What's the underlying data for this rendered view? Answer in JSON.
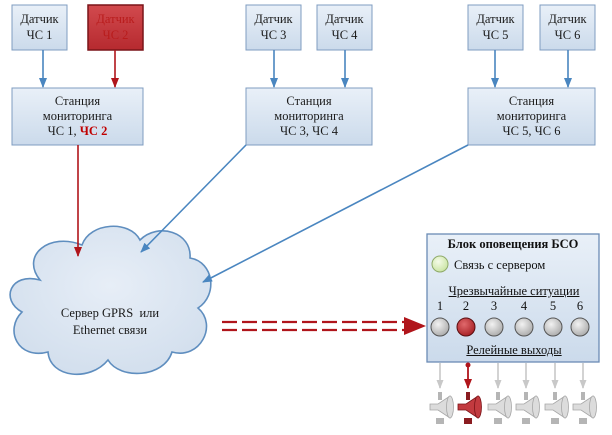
{
  "sensors": [
    {
      "line1": "Датчик",
      "line2": "ЧС 1",
      "alert": false
    },
    {
      "line1": "Датчик",
      "line2": "ЧС 2",
      "alert": true
    },
    {
      "line1": "Датчик",
      "line2": "ЧС 3",
      "alert": false
    },
    {
      "line1": "Датчик",
      "line2": "ЧС 4",
      "alert": false
    },
    {
      "line1": "Датчик",
      "line2": "ЧС 5",
      "alert": false
    },
    {
      "line1": "Датчик",
      "line2": "ЧС 6",
      "alert": false
    }
  ],
  "stations": [
    {
      "line1": "Станция",
      "line2": "мониторинга",
      "line3_a": "ЧС 1,",
      "line3_b": "ЧС 2",
      "alert_b": true
    },
    {
      "line1": "Станция",
      "line2": "мониторинга",
      "line3_a": "ЧС 3,",
      "line3_b": "ЧС 4",
      "alert_b": false
    },
    {
      "line1": "Станция",
      "line2": "мониторинга",
      "line3_a": "ЧС 5,",
      "line3_b": "ЧС 6",
      "alert_b": false
    }
  ],
  "server": {
    "line1": "Сервер GPRS  или",
    "line2": "Ethernet связи"
  },
  "bso": {
    "title": "Блок оповещения БСО",
    "connection_label": "Связь с сервером",
    "emergency_label": "Чрезвычайные ситуации",
    "indicators": [
      {
        "num": "1",
        "active": false
      },
      {
        "num": "2",
        "active": true
      },
      {
        "num": "3",
        "active": false
      },
      {
        "num": "4",
        "active": false
      },
      {
        "num": "5",
        "active": false
      },
      {
        "num": "6",
        "active": false
      }
    ],
    "relay_label": "Релейные выходы"
  },
  "colors": {
    "box_fill": "#dbe6f3",
    "box_border": "#7f9cc0",
    "alert_fill": "#c4373b",
    "alert_border": "#7a1418",
    "arrow_blue": "#4a86c0",
    "arrow_red": "#b0151b",
    "arrow_gray": "#c8c8c8",
    "connection_led": "#dff0c0"
  }
}
